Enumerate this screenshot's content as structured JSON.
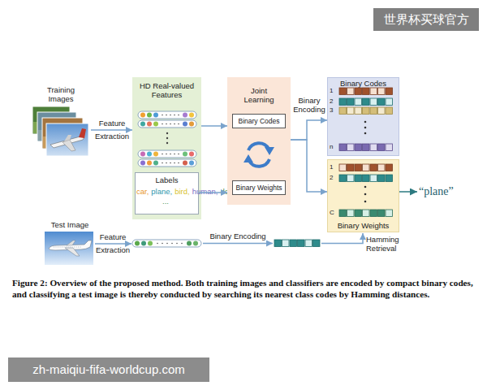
{
  "diagram": {
    "caption": "Figure 2: Overview of the proposed method. Both training images and classifiers are encoded by compact binary codes, and classifying a test image is thereby conducted by searching its nearest class codes by Hamming distances.",
    "nodes": [
      {
        "text": [
          "Training Images"
        ]
      },
      {
        "text": [
          "HD Real-valued Features"
        ]
      },
      {
        "text": [
          "Labels",
          "car,",
          "plane,",
          "bird,",
          "human,",
          "dog ..."
        ],
        "in": 1
      },
      {
        "text": [
          "Joint Learning"
        ]
      },
      {
        "text": [
          "Binary Codes"
        ],
        "in": 3
      },
      {
        "text": [
          "Binary Weights"
        ],
        "in": 3
      },
      {
        "text": [
          "Binary Codes"
        ]
      },
      {
        "text": [
          "Binary Weights"
        ]
      },
      {
        "text": [
          "Test Image"
        ]
      }
    ],
    "edges": [
      {
        "from": 0,
        "to": 1,
        "arrow": "to",
        "label": "Feature Extraction"
      },
      {
        "from": 1,
        "to": 3,
        "arrow": "to"
      },
      {
        "from": 2,
        "to": 3,
        "arrow": "to"
      },
      {
        "from": 3,
        "to": 6,
        "arrow": "to",
        "label": "Binary Encoding"
      },
      {
        "from": 3,
        "to": 7,
        "arrow": "to"
      }
    ],
    "labels": [
      "世界杯买球官方",
      "1",
      "2",
      "3",
      "n",
      "1",
      "2",
      "C",
      "“plane”",
      "Feature Extraction",
      "Binary Encoding",
      "Hamming Retrieval",
      "zh-maiqiu-fifa-worldcup.com"
    ]
  }
}
